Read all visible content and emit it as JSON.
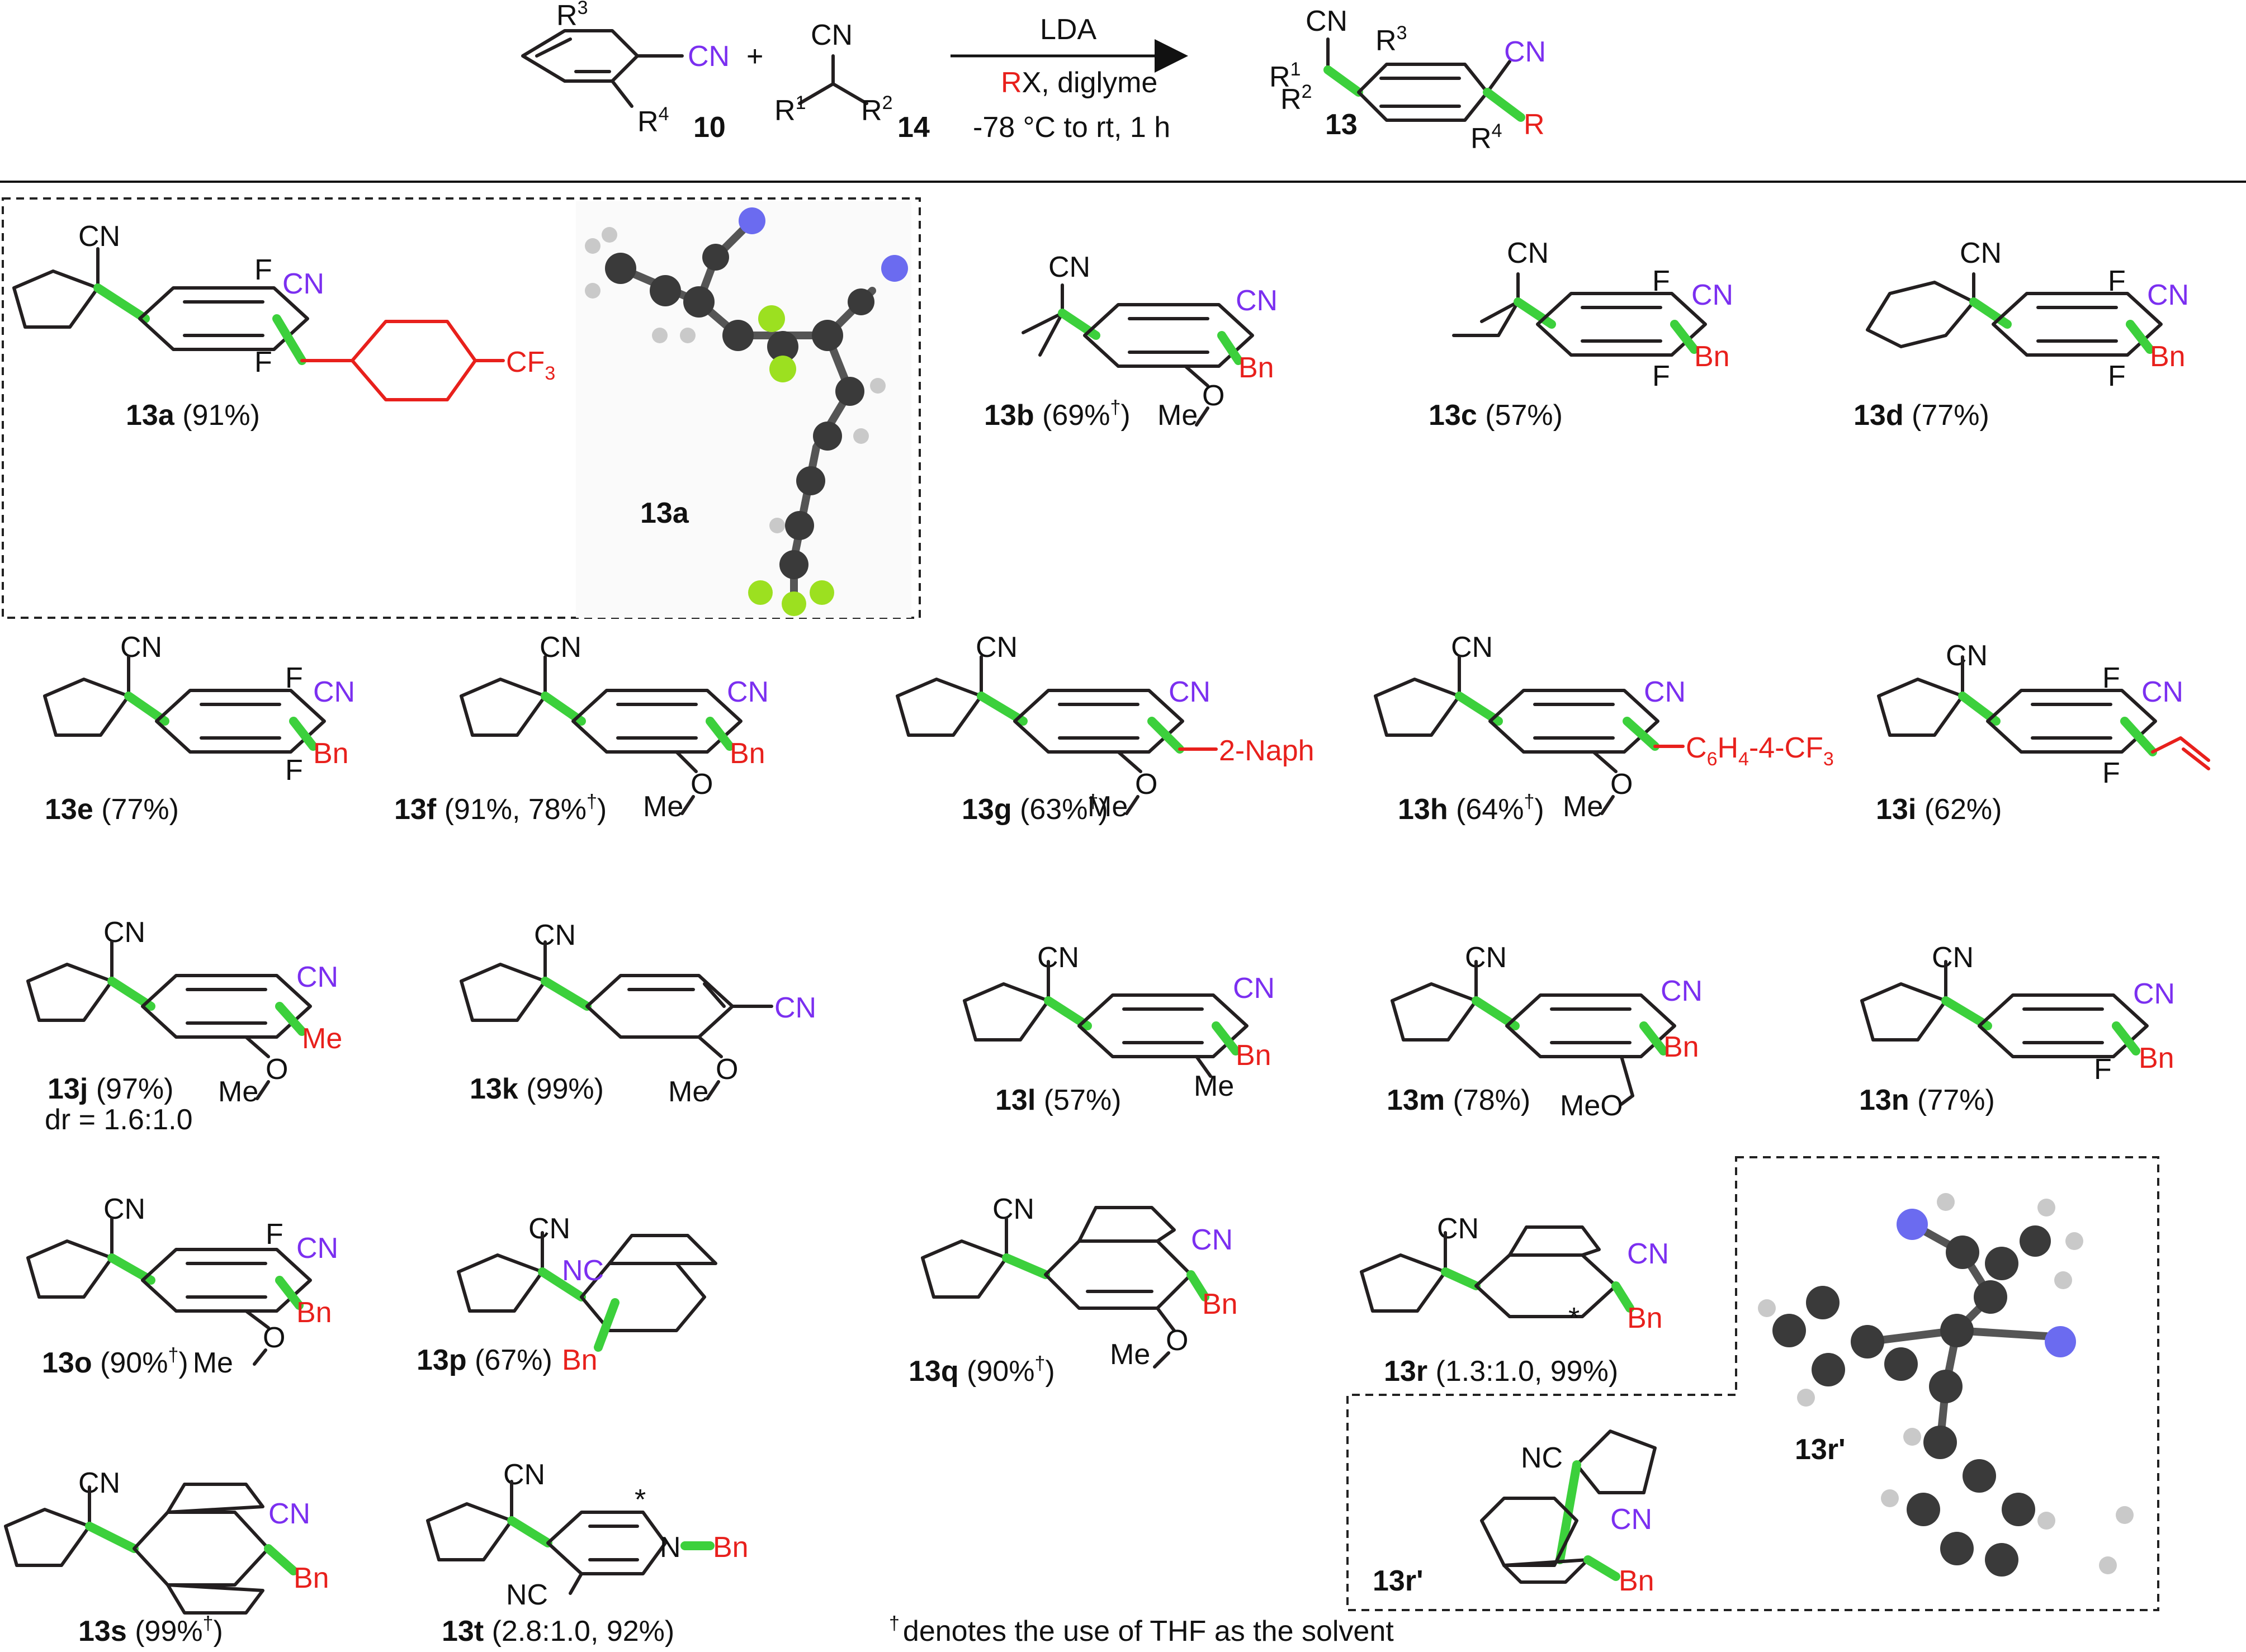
{
  "scheme": {
    "reagent_10": "10",
    "reagent_14": "14",
    "product_13": "13",
    "plus": "+",
    "cond_base": "LDA",
    "cond_rx_r": "R",
    "cond_rx_rest": "X, diglyme",
    "cond_temp": "-78 °C to rt, 1 h",
    "cn": "CN",
    "r1": "R",
    "r1_sup": "1",
    "r2": "R",
    "r2_sup": "2",
    "r3": "R",
    "r3_sup": "3",
    "r4": "R",
    "r4_sup": "4",
    "r_red": "R"
  },
  "groups": {
    "cn": "CN",
    "nc": "NC",
    "f": "F",
    "bn": "Bn",
    "me": "Me",
    "meo": "MeO",
    "o": "O",
    "cf3": "CF",
    "cf3_sub": "3",
    "naph": "2-Naph",
    "n": "N",
    "star": "*",
    "c6h4": "C",
    "c6h4_parts": [
      "6",
      "H",
      "4",
      "-4-CF",
      "3"
    ]
  },
  "compounds": [
    {
      "id": "13a",
      "yield": " (91%)"
    },
    {
      "id": "13b",
      "yield": " (69%",
      "dagger": "†",
      "close": ")"
    },
    {
      "id": "13c",
      "yield": " (57%)"
    },
    {
      "id": "13d",
      "yield": " (77%)"
    },
    {
      "id": "13e",
      "yield": " (77%)"
    },
    {
      "id": "13f",
      "yield": " (91%, 78%",
      "dagger": "†",
      "close": ")"
    },
    {
      "id": "13g",
      "yield": " (63%",
      "dagger": "†",
      "close": ")"
    },
    {
      "id": "13h",
      "yield": " (64%",
      "dagger": "†",
      "close": ")"
    },
    {
      "id": "13i",
      "yield": " (62%)"
    },
    {
      "id": "13j",
      "yield": " (97%)",
      "note": "dr = 1.6:1.0"
    },
    {
      "id": "13k",
      "yield": " (99%)"
    },
    {
      "id": "13l",
      "yield": " (57%)"
    },
    {
      "id": "13m",
      "yield": " (78%)"
    },
    {
      "id": "13n",
      "yield": " (77%)"
    },
    {
      "id": "13o",
      "yield": " (90%",
      "dagger": "†",
      "close": ")"
    },
    {
      "id": "13p",
      "yield": " (67%)"
    },
    {
      "id": "13q",
      "yield": " (90%",
      "dagger": "†",
      "close": ")"
    },
    {
      "id": "13r",
      "yield": " (1.3:1.0, 99%)"
    },
    {
      "id": "13s",
      "yield": " (99%",
      "dagger": "†",
      "close": ")"
    },
    {
      "id": "13t",
      "yield": " (2.8:1.0, 92%)"
    }
  ],
  "crystal_labels": {
    "a": "13a",
    "rp": "13r'",
    "rp_drawing": "13r'"
  },
  "footnote": {
    "dagger": "†",
    "text": "denotes the use of THF as the solvent"
  }
}
